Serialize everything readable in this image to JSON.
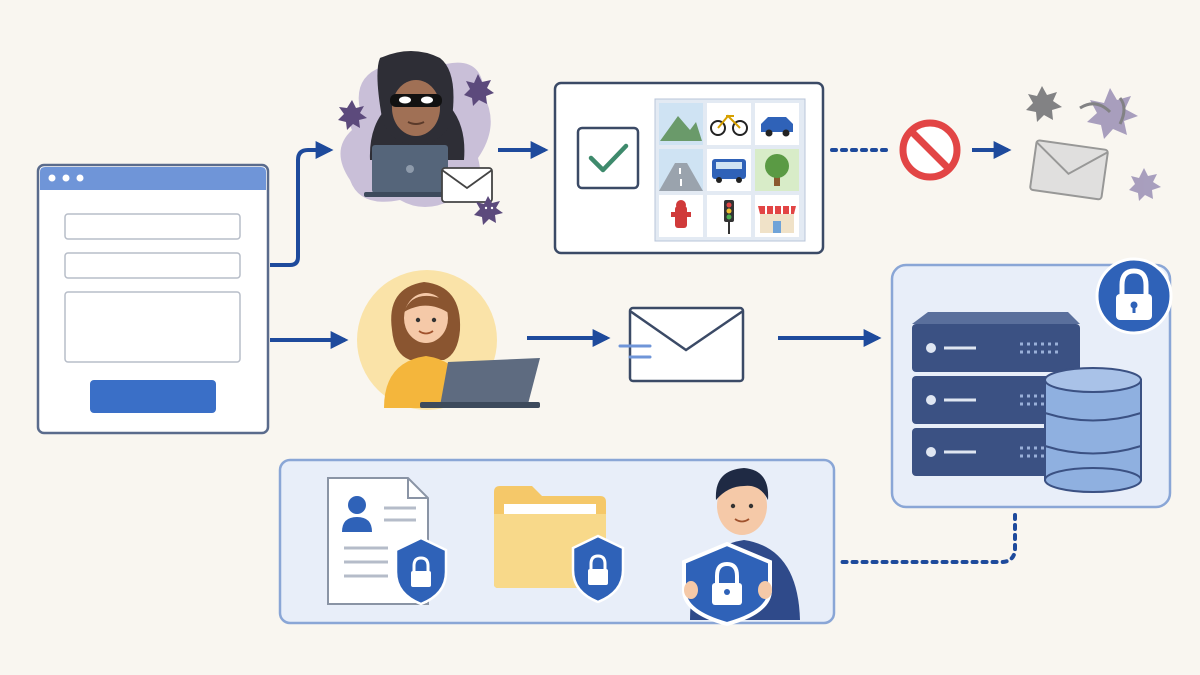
{
  "palette": {
    "background": "#f9f6f0",
    "arrow_blue": "#1e4a9c",
    "panel_border": "#8aa6d6",
    "panel_fill": "#e8eef9",
    "form_header": "#6f95d8",
    "submit_button": "#3a6fc7",
    "server_dark": "#3b5183",
    "database_light": "#8fb0e0",
    "block_red": "#e24545",
    "check_green": "#3e8a6c",
    "shield_blue": "#2f62b8",
    "hacker_blob": "#c9bfd8",
    "virus_purple": "#5c4a7c",
    "folder_yellow": "#f5c869",
    "user_circle": "#fae3a8",
    "user_sweater": "#f4b63c"
  },
  "nodes": [
    {
      "id": "web-form",
      "icon": "browser-form-icon"
    },
    {
      "id": "hacker",
      "icon": "hooded-hacker-icon"
    },
    {
      "id": "captcha",
      "icon": "image-captcha-icon",
      "tiles": [
        "mountain",
        "bicycle",
        "car",
        "road",
        "bus",
        "tree",
        "fire-hydrant",
        "traffic-light",
        "storefront"
      ]
    },
    {
      "id": "blocked",
      "icon": "no-entry-icon"
    },
    {
      "id": "rejected-spam",
      "icon": "spam-mail-viruses-icon"
    },
    {
      "id": "genuine-user",
      "icon": "woman-at-laptop-icon"
    },
    {
      "id": "sent-email",
      "icon": "envelope-icon"
    },
    {
      "id": "secure-storage",
      "icon": "server-database-lock-icon"
    },
    {
      "id": "protected-data",
      "icon": "document-folder-person-shield-icon"
    }
  ],
  "edges": [
    {
      "from": "web-form",
      "to": "hacker",
      "style": "solid"
    },
    {
      "from": "hacker",
      "to": "captcha",
      "style": "solid"
    },
    {
      "from": "captcha",
      "to": "blocked",
      "style": "dotted"
    },
    {
      "from": "blocked",
      "to": "rejected-spam",
      "style": "solid"
    },
    {
      "from": "web-form",
      "to": "genuine-user",
      "style": "solid"
    },
    {
      "from": "genuine-user",
      "to": "sent-email",
      "style": "solid"
    },
    {
      "from": "sent-email",
      "to": "secure-storage",
      "style": "solid"
    },
    {
      "from": "secure-storage",
      "to": "protected-data",
      "style": "dotted"
    }
  ]
}
